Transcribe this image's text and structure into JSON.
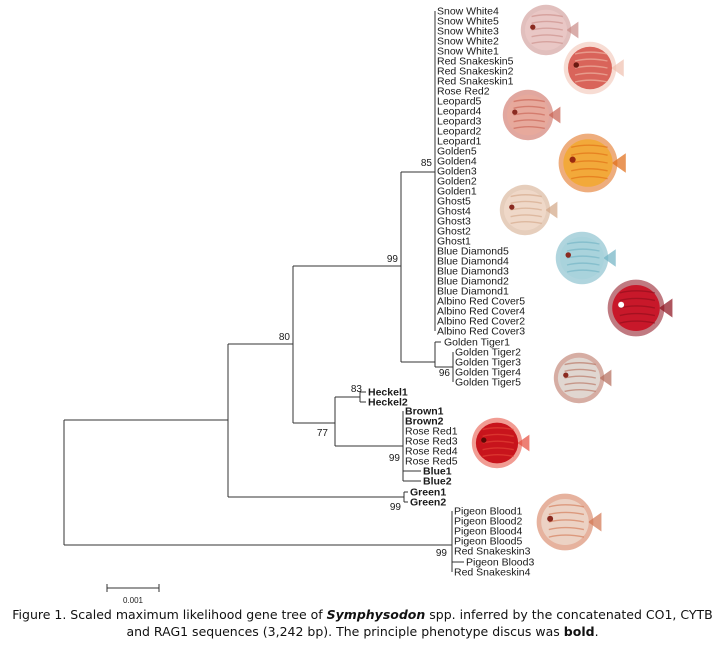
{
  "figure": {
    "caption_prefix": "Figure 1. Scaled maximum likelihood gene tree of ",
    "caption_genus": "Symphysodon",
    "caption_mid": " spp. inferred by the concatenated CO1, CYTB and RAG1 sequences (3,242 bp). The principle phenotype discus was ",
    "caption_bold": "bold",
    "caption_end": ".",
    "scale_label": "0.001"
  },
  "tree": {
    "clade_a_leaves": [
      "Snow White4",
      "Snow White5",
      "Snow White3",
      "Snow White2",
      "Snow White1",
      "Red Snakeskin5",
      "Red Snakeskin2",
      "Red Snakeskin1",
      "Rose Red2",
      "Leopard5",
      "Leopard4",
      "Leopard3",
      "Leopard2",
      "Leopard1",
      "Golden5",
      "Golden4",
      "Golden3",
      "Golden2",
      "Golden1",
      "Ghost5",
      "Ghost4",
      "Ghost3",
      "Ghost2",
      "Ghost1",
      "Blue Diamond5",
      "Blue Diamond4",
      "Blue Diamond3",
      "Blue Diamond2",
      "Blue Diamond1",
      "Albino Red Cover5",
      "Albino Red Cover4",
      "Albino Red Cover2",
      "Albino Red Cover3"
    ],
    "golden_tiger1": "Golden Tiger1",
    "golden_tiger_leaves": [
      "Golden Tiger2",
      "Golden Tiger3",
      "Golden Tiger4",
      "Golden Tiger5"
    ],
    "heckel": [
      "Heckel1",
      "Heckel2"
    ],
    "brown_rose": [
      "Brown1",
      "Brown2",
      "Rose Red1",
      "Rose Red3",
      "Rose Red4",
      "Rose Red5"
    ],
    "blue": [
      "Blue1",
      "Blue2"
    ],
    "green": [
      "Green1",
      "Green2"
    ],
    "pigeon_leaves": [
      "Pigeon Blood1",
      "Pigeon Blood2",
      "Pigeon Blood4",
      "Pigeon Blood5",
      "Red Snakeskin3"
    ],
    "pigeon_blood3": "Pigeon Blood3",
    "red_snakeskin4": "Red Snakeskin4",
    "supports": {
      "s85": "85",
      "s99_upper": "99",
      "s80": "80",
      "s96": "96",
      "s83": "83",
      "s77": "77",
      "s99_rose": "99",
      "s99_green": "99",
      "s99_pigeon": "99"
    }
  },
  "fish_images": [
    {
      "name": "snow-white",
      "base": "#e9c7c5",
      "accent": "#c98a86",
      "eye": "#8a2a20"
    },
    {
      "name": "red-snakeskin",
      "base": "#d9645a",
      "accent": "#f0bfae",
      "eye": "#6a1a10"
    },
    {
      "name": "leopard",
      "base": "#e7a99c",
      "accent": "#c85f50",
      "eye": "#8a2a20"
    },
    {
      "name": "golden",
      "base": "#f2a93a",
      "accent": "#e06a12",
      "eye": "#9a2a10"
    },
    {
      "name": "ghost",
      "base": "#efd8c8",
      "accent": "#d2a585",
      "eye": "#8a2a20"
    },
    {
      "name": "blue-diamond",
      "base": "#a9d3dc",
      "accent": "#6fb2c3",
      "eye": "#8a2a20"
    },
    {
      "name": "albino-red-cover",
      "base": "#c8182a",
      "accent": "#8c0d1a",
      "eye": "#ffffff"
    },
    {
      "name": "golden-tiger",
      "base": "#e0d6d0",
      "accent": "#b46a58",
      "eye": "#8a2a20"
    },
    {
      "name": "rose-red",
      "base": "#c8141c",
      "accent": "#e64a3a",
      "eye": "#5a0a05"
    },
    {
      "name": "pigeon-blood",
      "base": "#ecd2c4",
      "accent": "#d2734f",
      "eye": "#8a2a20"
    }
  ]
}
